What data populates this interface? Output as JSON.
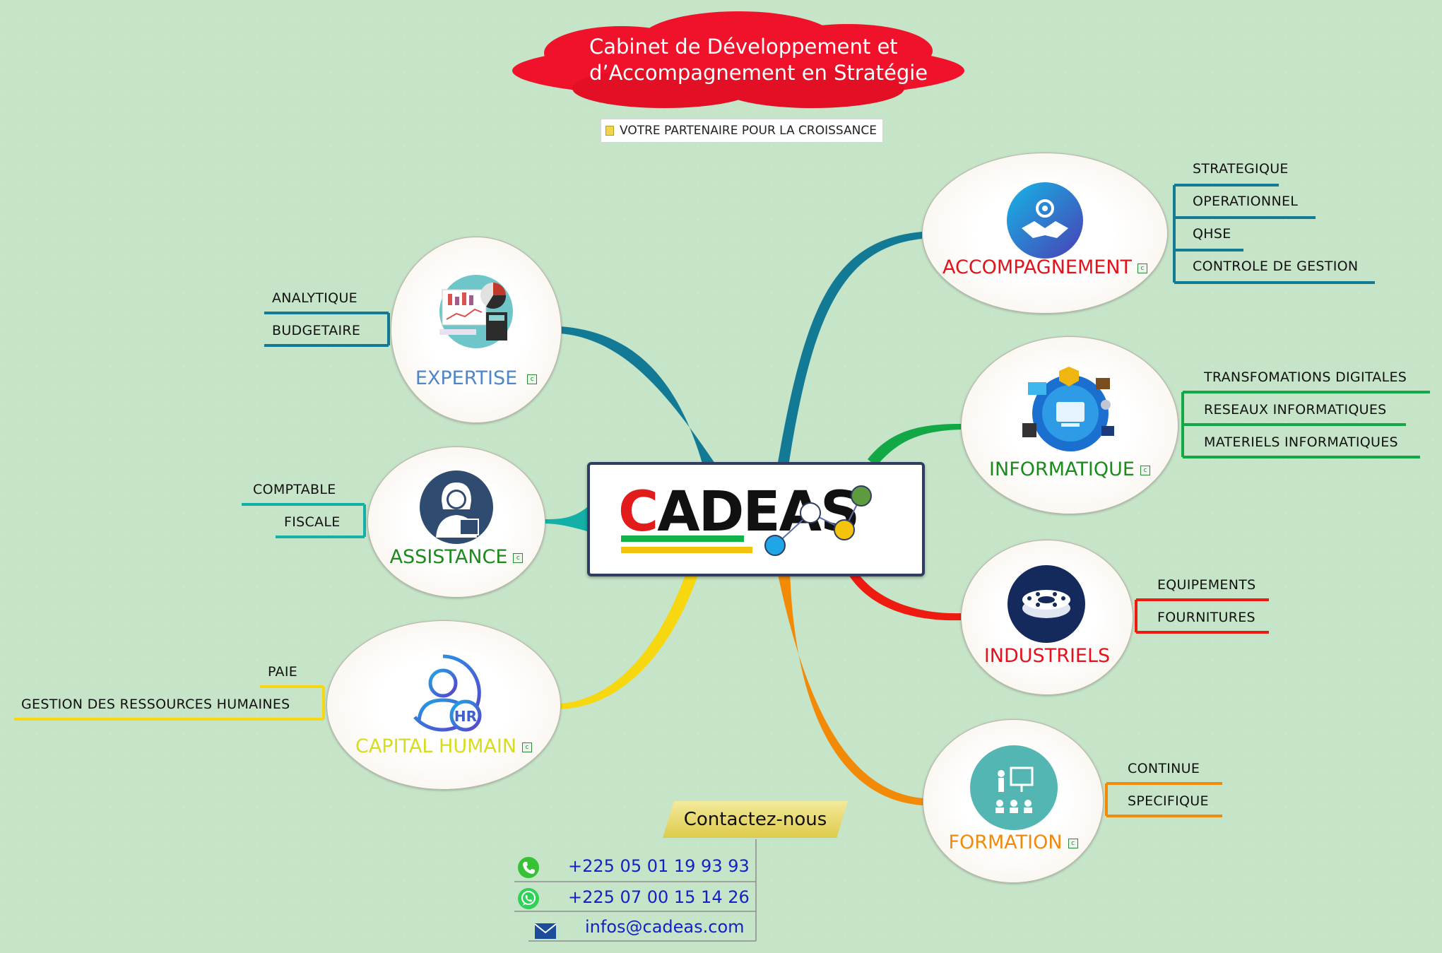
{
  "header": {
    "title_line1": "Cabinet de Développement et",
    "title_line2": "d’Accompagnement en Stratégie",
    "tagline": "VOTRE PARTENAIRE POUR LA CROISSANCE"
  },
  "center": {
    "logo_first": "C",
    "logo_rest": "ADEAS"
  },
  "topics": {
    "accompagnement": {
      "label": "ACCOMPAGNEMENT",
      "color": "#e4131b",
      "branch_color": "#137a96",
      "leaves": [
        "STRATEGIQUE",
        "OPERATIONNEL",
        "QHSE",
        "CONTROLE DE GESTION"
      ]
    },
    "informatique": {
      "label": "INFORMATIQUE",
      "color": "#1c8a1c",
      "branch_color": "#12a845",
      "leaves": [
        "TRANSFOMATIONS DIGITALES",
        "RESEAUX INFORMATIQUES",
        "MATERIELS INFORMATIQUES"
      ]
    },
    "industriels": {
      "label": "INDUSTRIELS",
      "color": "#e4131b",
      "branch_color": "#ee1c10",
      "leaves": [
        "EQUIPEMENTS",
        "FOURNITURES"
      ]
    },
    "formation": {
      "label": "FORMATION",
      "color": "#f08a0c",
      "branch_color": "#f28a06",
      "leaves": [
        "CONTINUE",
        "SPECIFIQUE"
      ]
    },
    "expertise": {
      "label": "EXPERTISE",
      "color": "#4f86c9",
      "branch_color": "#137a96",
      "leaves": [
        "ANALYTIQUE",
        "BUDGETAIRE"
      ]
    },
    "assistance": {
      "label": "ASSISTANCE",
      "color": "#1c8a1c",
      "branch_color": "#12b0a6",
      "leaves": [
        "COMPTABLE",
        "FISCALE"
      ]
    },
    "capital_humain": {
      "label": "CAPITAL HUMAIN",
      "color": "#d8dc1e",
      "branch_color": "#f7d70f",
      "leaves": [
        "PAIE",
        "GESTION DES RESSOURCES HUMAINES"
      ],
      "icon_badge": "HR"
    }
  },
  "note_icon_glyph": "c",
  "contact": {
    "title": "Contactez-nous",
    "phone1": "+225 05 01 19 93 93",
    "phone2": "+225 07 00 15 14 26",
    "email": "infos@cadeas.com"
  }
}
